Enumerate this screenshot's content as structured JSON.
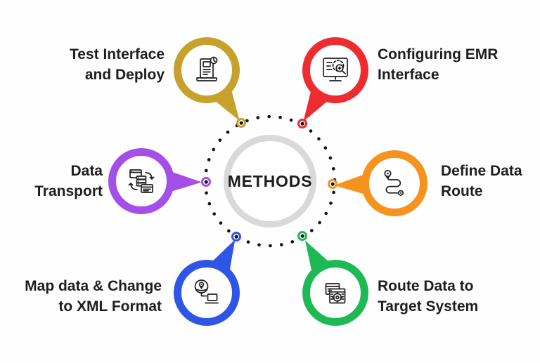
{
  "title": "METHODS",
  "center": {
    "label": "METHODS",
    "ring_color": "#d9d9d9",
    "dot_ring_color": "#141414"
  },
  "text_color": "#1e1e1e",
  "background": "#fefefe",
  "nodes": [
    {
      "id": "test-interface-deploy",
      "label": "Test Interface\nand Deploy",
      "color": "#c6a12b",
      "icon": "laptop-clipboard-clock-icon",
      "position": "top-left"
    },
    {
      "id": "configuring-emr-interface",
      "label": "Configuring EMR\nInterface",
      "color": "#ee2b31",
      "icon": "monitor-gear-magnifier-icon",
      "position": "top-right"
    },
    {
      "id": "data-transport",
      "label": "Data\nTransport",
      "color": "#a44fe8",
      "icon": "windows-servers-sync-icon",
      "position": "middle-left"
    },
    {
      "id": "define-data-route",
      "label": "Define Data\nRoute",
      "color": "#f6921e",
      "icon": "route-pin-path-icon",
      "position": "middle-right"
    },
    {
      "id": "map-data-xml",
      "label": "Map data & Change\nto XML Format",
      "color": "#2f55e6",
      "icon": "globe-pin-laptop-icon",
      "position": "bottom-left"
    },
    {
      "id": "route-data-target",
      "label": "Route Data to\nTarget System",
      "color": "#1db954",
      "icon": "window-target-icon",
      "position": "bottom-right"
    }
  ]
}
